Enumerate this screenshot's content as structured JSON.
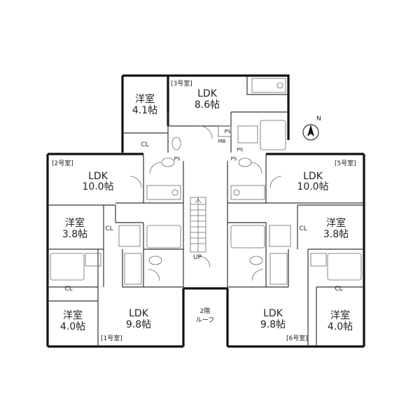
{
  "labels": {
    "unit3": "[3号室]",
    "unit2": "[2号室]",
    "unit5": "[5号室]",
    "unit1": "[1号室]",
    "unit6": "[6号室]",
    "yoshitsu": "洋室",
    "ldk": "LDK",
    "u3_ldk_size": "8.6帖",
    "u3_yoshitsu_size": "4.1帖",
    "u2_ldk_size": "10.0帖",
    "u5_ldk_size": "10.0帖",
    "u2_yoshitsu_size": "3.8帖",
    "u5_yoshitsu_size": "3.8帖",
    "u1_ldk_size": "9.8帖",
    "u6_ldk_size": "9.8帖",
    "u1_yoshitsu_size": "4.0帖",
    "u6_yoshitsu_size": "4.0帖",
    "cl": "CL",
    "ps": "PS",
    "mb": "MB",
    "up": "UP",
    "roof_floor": "2階",
    "roof": "ルーフ",
    "north": "N"
  },
  "colors": {
    "wall": "#111111",
    "fixture": "#666666",
    "background": "#ffffff"
  }
}
